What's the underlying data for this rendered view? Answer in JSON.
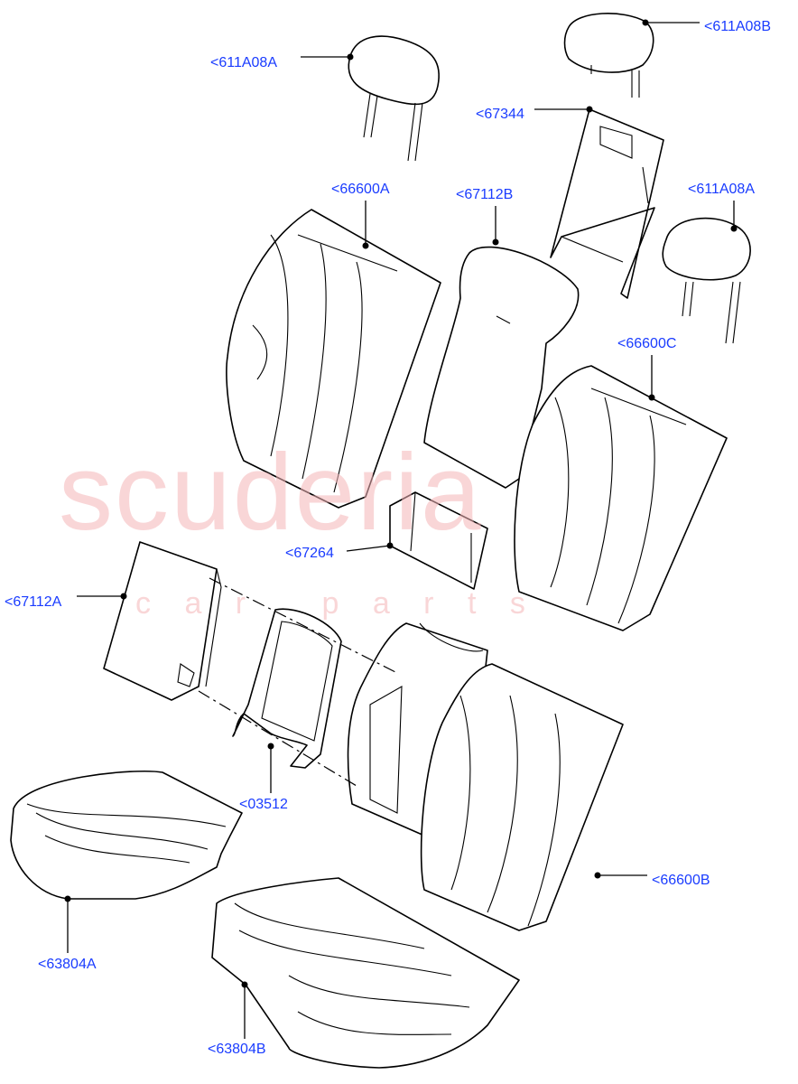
{
  "watermark": {
    "brand": "scuderia",
    "sub": "c a r   p a r t s",
    "color": "#f5b5b8"
  },
  "label_color": "#1a3cff",
  "callouts": [
    {
      "id": "611A08A-left",
      "text": "<611A08A"
    },
    {
      "id": "611A08B",
      "text": "<611A08B"
    },
    {
      "id": "67344",
      "text": "<67344"
    },
    {
      "id": "611A08A-right",
      "text": "<611A08A"
    },
    {
      "id": "66600A",
      "text": "<66600A"
    },
    {
      "id": "67112B",
      "text": "<67112B"
    },
    {
      "id": "66600C",
      "text": "<66600C"
    },
    {
      "id": "67264",
      "text": "<67264"
    },
    {
      "id": "67112A",
      "text": "<67112A"
    },
    {
      "id": "03512",
      "text": "<03512"
    },
    {
      "id": "66600B",
      "text": "<66600B"
    },
    {
      "id": "63804A",
      "text": "<63804A"
    },
    {
      "id": "63804B",
      "text": "<63804B"
    }
  ]
}
